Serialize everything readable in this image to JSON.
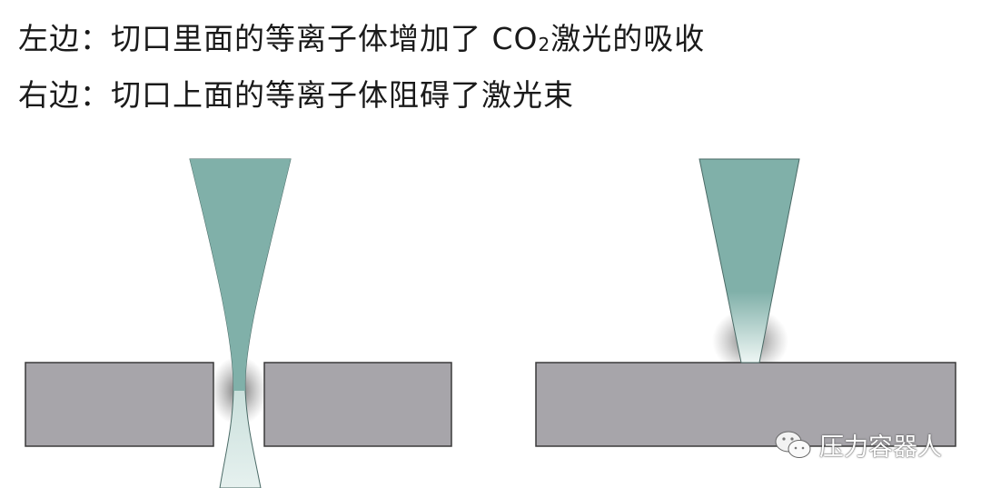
{
  "caption": {
    "line1_prefix": "左边：切口里面的等离子体增加了 CO",
    "line1_sub": "2",
    "line1_suffix": "激光的吸收",
    "line2": "右边：切口上面的等离子体阻碍了激光束"
  },
  "watermark": {
    "text": "压力容器人",
    "icon": "wechat-icon"
  },
  "colors": {
    "beam": "#80b0a9",
    "beam_light": "#e6f1ef",
    "plate": "#a7a5aa",
    "plate_border": "#3a3a3a"
  }
}
